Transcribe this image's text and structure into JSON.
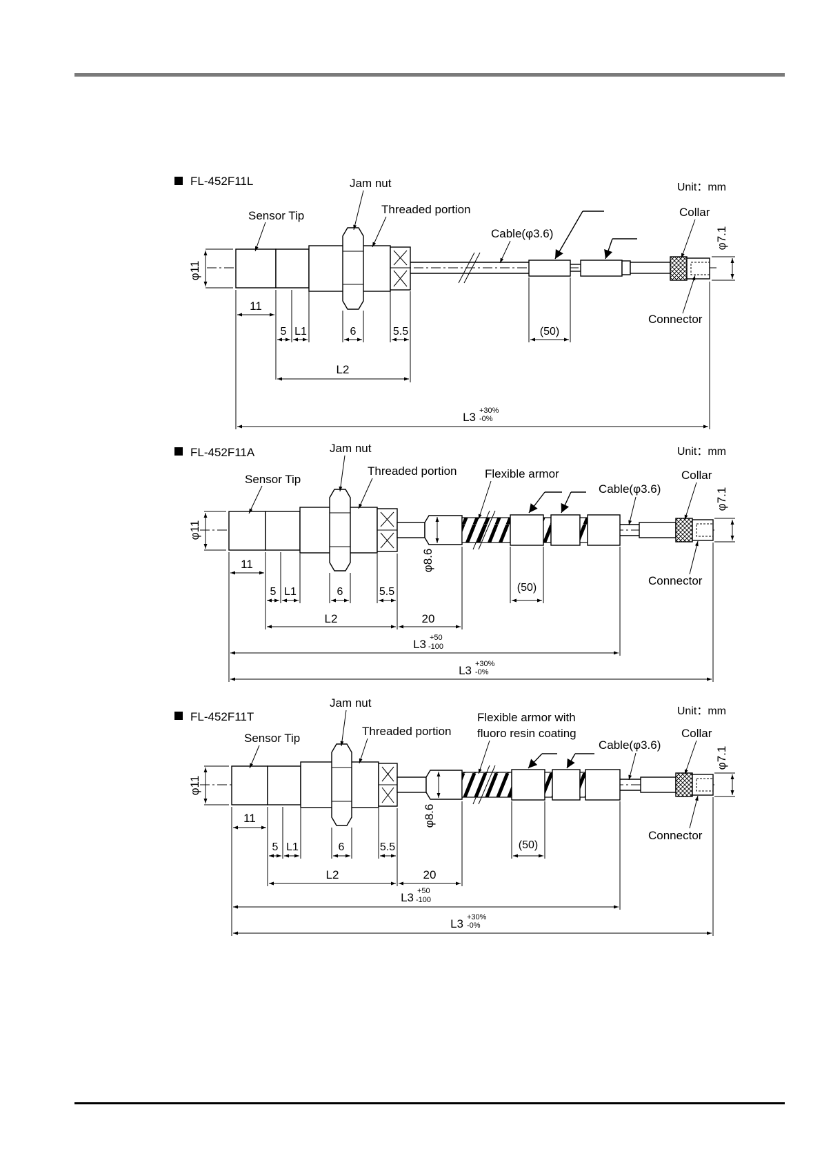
{
  "diagrams": [
    {
      "model": "FL-452F11L",
      "unit": "Unit：mm",
      "labels": {
        "sensor_tip": "Sensor Tip",
        "jam_nut": "Jam nut",
        "threaded_portion": "Threaded portion",
        "cable": "Cable(φ3.6)",
        "collar": "Collar",
        "connector": "Connector"
      },
      "dims": {
        "dia_body": "φ11",
        "dia_collar": "φ7.1",
        "tip_len": "11",
        "d5": "5",
        "l1": "L1",
        "nut": "6",
        "hex": "5.5",
        "marker": "(50)",
        "l2": "L2",
        "l3_base": "L3",
        "l3_tol_up": "+30%",
        "l3_tol_dn": "-0%"
      }
    },
    {
      "model": "FL-452F11A",
      "unit": "Unit：mm",
      "labels": {
        "sensor_tip": "Sensor Tip",
        "jam_nut": "Jam nut",
        "threaded_portion": "Threaded portion",
        "armor": "Flexible armor",
        "cable": "Cable(φ3.6)",
        "collar": "Collar",
        "connector": "Connector"
      },
      "dims": {
        "dia_body": "φ11",
        "dia_armor": "φ8.6",
        "dia_collar": "φ7.1",
        "tip_len": "11",
        "d5": "5",
        "l1": "L1",
        "nut": "6",
        "hex": "5.5",
        "marker": "(50)",
        "l2": "L2",
        "twenty": "20",
        "l3a_base": "L3",
        "l3a_tol_up": "+50",
        "l3a_tol_dn": "-100",
        "l3_base": "L3",
        "l3_tol_up": "+30%",
        "l3_tol_dn": "-0%"
      }
    },
    {
      "model": "FL-452F11T",
      "unit": "Unit：mm",
      "labels": {
        "sensor_tip": "Sensor Tip",
        "jam_nut": "Jam nut",
        "threaded_portion": "Threaded portion",
        "armor_line1": "Flexible armor with",
        "armor_line2": "fluoro resin coating",
        "cable": "Cable(φ3.6)",
        "collar": "Collar",
        "connector": "Connector"
      },
      "dims": {
        "dia_body": "φ11",
        "dia_armor": "φ8.6",
        "dia_collar": "φ7.1",
        "tip_len": "11",
        "d5": "5",
        "l1": "L1",
        "nut": "6",
        "hex": "5.5",
        "marker": "(50)",
        "l2": "L2",
        "twenty": "20",
        "l3a_base": "L3",
        "l3a_tol_up": "+50",
        "l3a_tol_dn": "-100",
        "l3_base": "L3",
        "l3_tol_up": "+30%",
        "l3_tol_dn": "-0%"
      }
    }
  ]
}
